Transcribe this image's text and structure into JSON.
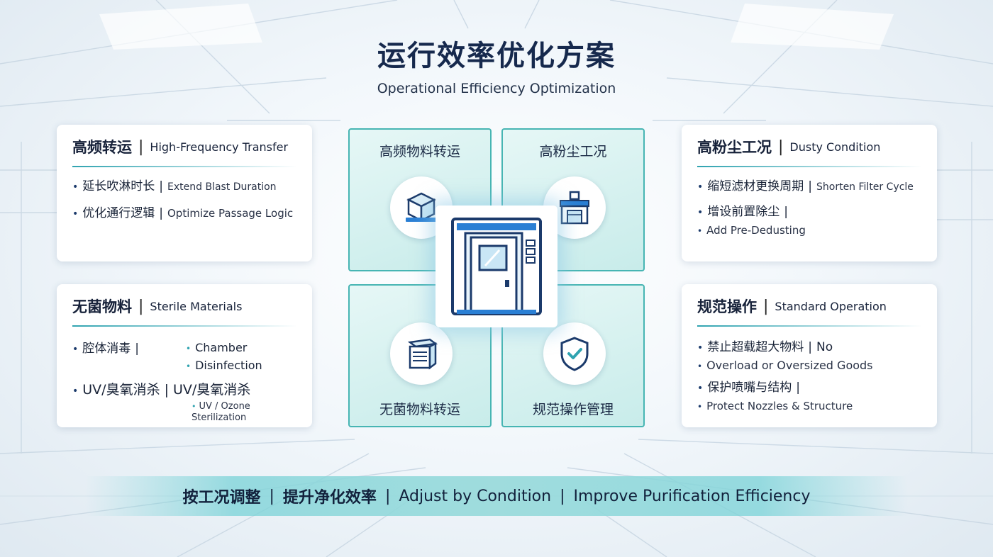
{
  "title": {
    "zh": "运行效率优化方案",
    "en": "Operational Efficiency Optimization"
  },
  "separator": "|",
  "cards": {
    "high_freq": {
      "zh": "高频转运",
      "en": "High-Frequency Transfer",
      "items": [
        {
          "zh": "延长吹淋时长",
          "en": "Extend Blast Duration"
        },
        {
          "zh": "优化通行逻辑",
          "en": "Optimize Passage Logic"
        }
      ]
    },
    "sterile": {
      "zh": "无菌物料",
      "en": "Sterile Materials",
      "items": [
        {
          "zh": "腔体消毒",
          "en_1": "Chamber",
          "en_2": "Disinfection"
        },
        {
          "zh": "UV/臭氧消杀",
          "zh_2": "UV/臭氧消杀",
          "en": "UV / Ozone Sterilization"
        }
      ]
    },
    "dusty": {
      "zh": "高粉尘工况",
      "en": "Dusty Condition",
      "items": [
        {
          "zh": "缩短滤材更换周期",
          "en": "Shorten Filter Cycle"
        },
        {
          "zh": "增设前置除尘",
          "en": "Add Pre-Dedusting"
        }
      ]
    },
    "standard": {
      "zh": "规范操作",
      "en": "Standard Operation",
      "items": [
        {
          "zh": "禁止超载超大物料",
          "en_1": "No",
          "en_2": "Overload or Oversized Goods"
        },
        {
          "zh": "保护喷嘴与结构",
          "en": "Protect Nozzles & Structure"
        }
      ]
    }
  },
  "tiles": {
    "top_left": "高频物料转运",
    "top_right": "高粉尘工况",
    "bottom_left": "无菌物料转运",
    "bottom_right": "规范操作管理"
  },
  "bottom_bar": {
    "zh_1": "按工况调整",
    "zh_2": "提升净化效率",
    "en_1": "Adjust by Condition",
    "en_2": "Improve Purification Efficiency"
  },
  "colors": {
    "accent": "#47b5b3",
    "navy": "#1b3a6b",
    "tile_bg": "#c8ecea"
  }
}
